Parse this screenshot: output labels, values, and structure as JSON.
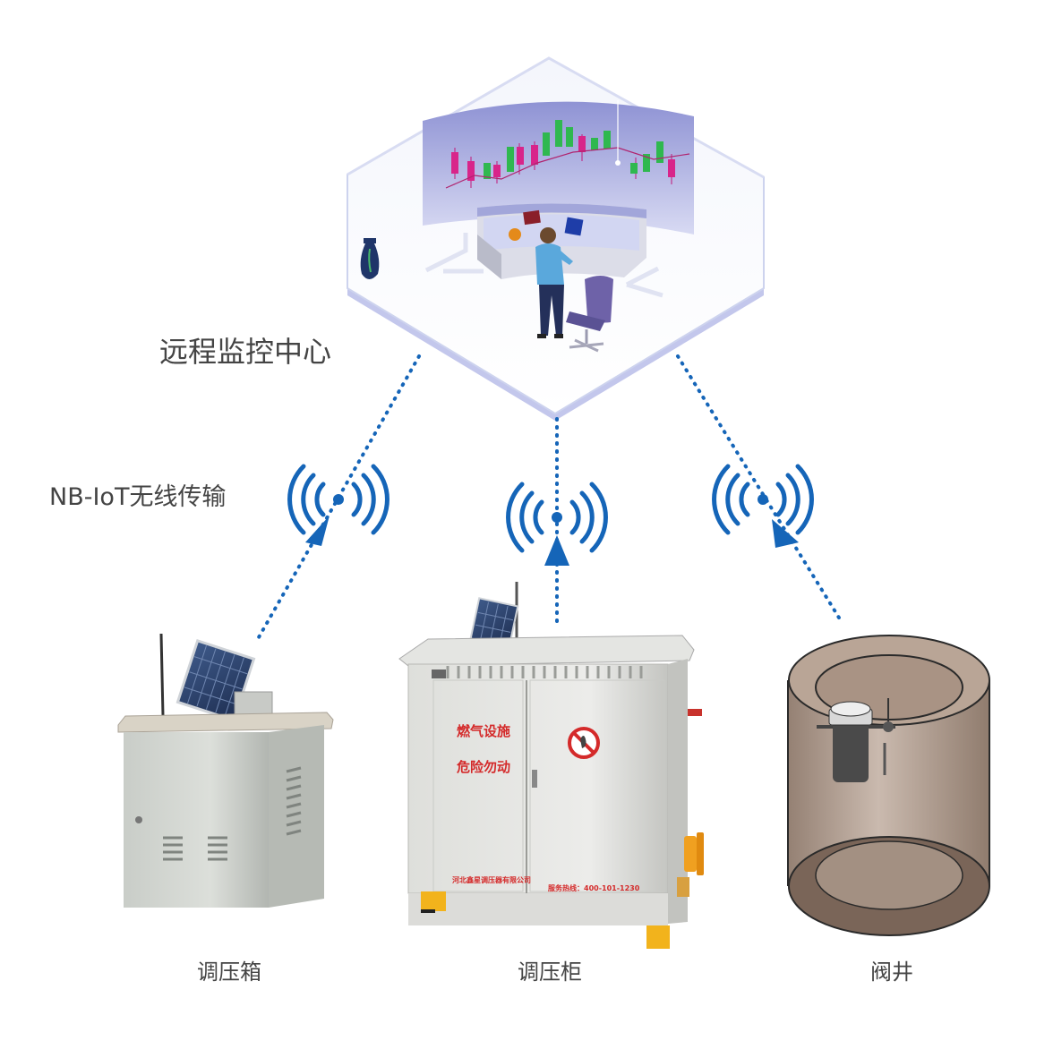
{
  "labels": {
    "control_center": "远程监控中心",
    "link": "NB-IoT无线传输",
    "device_box": "调压箱",
    "device_cabinet": "调压柜",
    "device_well": "阀井"
  },
  "cabinet": {
    "warning_line1": "燃气设施",
    "warning_line2": "危险勿动",
    "company": "河北鑫星调压器有限公司",
    "hotline": "服务热线：400-101-1230"
  },
  "colors": {
    "link_blue": "#1565b8",
    "label_gray": "#444444",
    "warning_red": "#d42a2a",
    "platform_blue": "#c9cdee"
  },
  "icons": [
    "wireless-signal-icon",
    "upload-arrow-icon"
  ]
}
